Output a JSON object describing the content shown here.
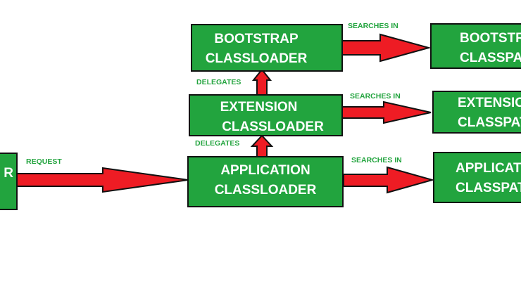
{
  "colors": {
    "box_fill": "#22a43e",
    "box_border": "#111111",
    "box_text": "#ffffff",
    "label_text": "#22a43e",
    "arrow_fill": "#ee1c24",
    "arrow_stroke": "#111111"
  },
  "client_box": {
    "line2": "R"
  },
  "bootstrap": {
    "loader": {
      "line1": "BOOTSTRAP",
      "line2": "CLASSLOADER"
    },
    "path": {
      "line1": "BOOTSTRAP",
      "line2": "CLASSPATH"
    }
  },
  "extension": {
    "loader": {
      "line1": "EXTENSION",
      "line2": "CLASSLOADER"
    },
    "path": {
      "line1": "EXTENSION",
      "line2": "CLASSPATH"
    }
  },
  "application": {
    "loader": {
      "line1": "APPLICATION",
      "line2": "CLASSLOADER"
    },
    "path": {
      "line1": "APPLICATION",
      "line2": "CLASSPATH"
    }
  },
  "labels": {
    "request": "REQUEST",
    "searches_bootstrap": "SEARCHES IN",
    "searches_extension": "SEARCHES IN",
    "searches_application": "SEARCHES IN",
    "delegates_upper": "DELEGATES",
    "delegates_lower": "DELEGATES"
  }
}
